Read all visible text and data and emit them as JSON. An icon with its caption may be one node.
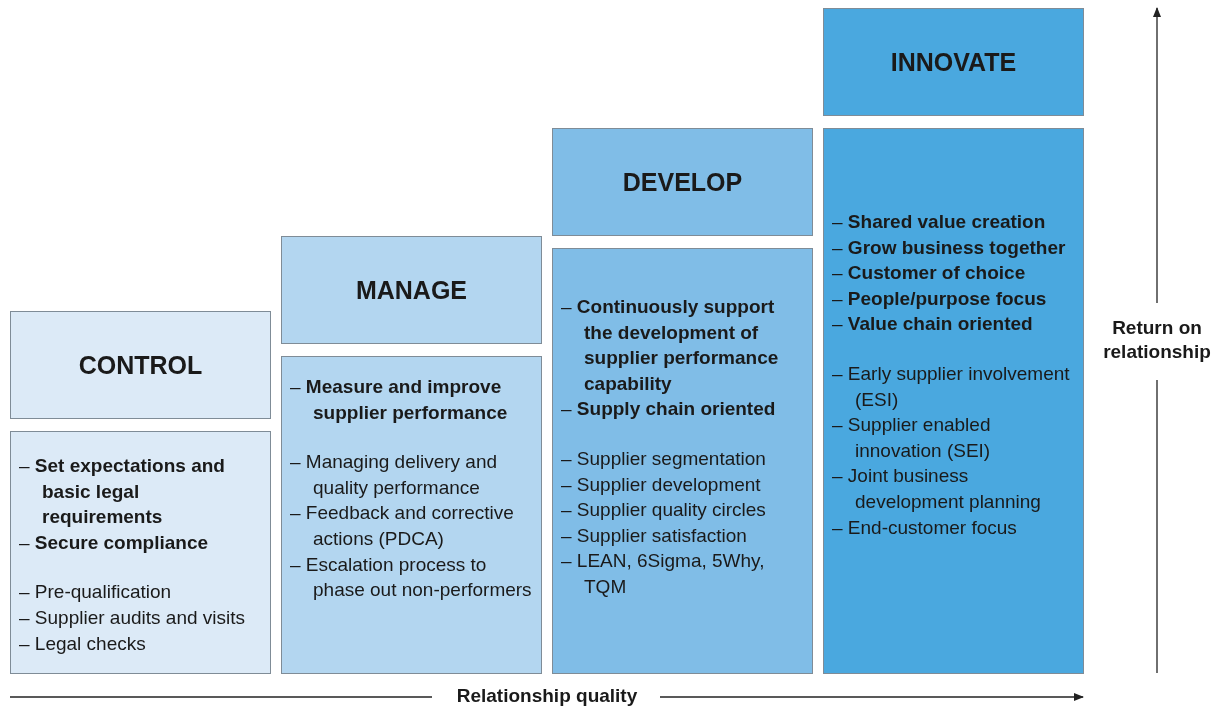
{
  "diagram": {
    "nodes": [
      {
        "text": [
          "INNOVATE"
        ]
      },
      {
        "text": [
          "DEVELOP"
        ]
      },
      {
        "text": [
          "– **Shared value creation**",
          "– **Grow business together**",
          "– **Customer of choice**",
          "– **People/purpose focus**",
          "– **Value chain oriented**",
          "– Early supplier involvement (ESI)",
          "– Supplier enabled innovation (SEI)",
          "– Joint business development planning",
          "– End-customer focus"
        ]
      },
      {
        "text": [
          "MANAGE"
        ]
      },
      {
        "text": [
          "– **Continuously support the development of supplier performance capability**",
          "– **Supply chain oriented**",
          "– Supplier segmentation",
          "– Supplier development",
          "– Supplier quality circles",
          "– Supplier satisfaction",
          "– LEAN, 6Sigma, 5Why, TQM"
        ]
      },
      {
        "text": [
          "CONTROL"
        ]
      },
      {
        "text": [
          "– **Measure and improve supplier performance**",
          "– Managing delivery and quality performance",
          "– Feedback and corrective actions (PDCA)",
          "– Escalation process to phase out non-performers"
        ]
      },
      {
        "text": [
          "– **Set expectations and basic legal requirements**",
          "– **Secure compliance**",
          "– Pre-qualification",
          "– Supplier audits and visits",
          "– Legal checks"
        ]
      }
    ],
    "labels": [
      "Return on relationship",
      "Relationship quality"
    ]
  }
}
